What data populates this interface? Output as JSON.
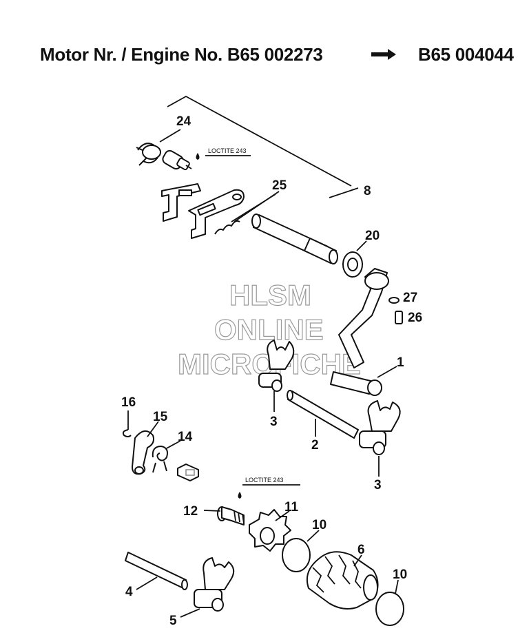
{
  "header": {
    "left_text": "Motor Nr. / Engine No. B65 002273",
    "right_text": "B65 004044",
    "arrow_icon": "right-arrow-icon"
  },
  "watermark": {
    "line1": "HLSM",
    "line2": "ONLINE",
    "line3": "MICROFICHE"
  },
  "annotations": {
    "loctite_top": "LOCTITE 243",
    "loctite_bottom": "LOCTITE 243"
  },
  "callouts": {
    "n24": "24",
    "n25": "25",
    "n8": "8",
    "n20": "20",
    "n27": "27",
    "n26": "26",
    "n1": "1",
    "n3a": "3",
    "n2": "2",
    "n3b": "3",
    "n16": "16",
    "n15": "15",
    "n14": "14",
    "n12": "12",
    "n11": "11",
    "n10a": "10",
    "n6": "6",
    "n10b": "10",
    "n4": "4",
    "n5": "5"
  }
}
